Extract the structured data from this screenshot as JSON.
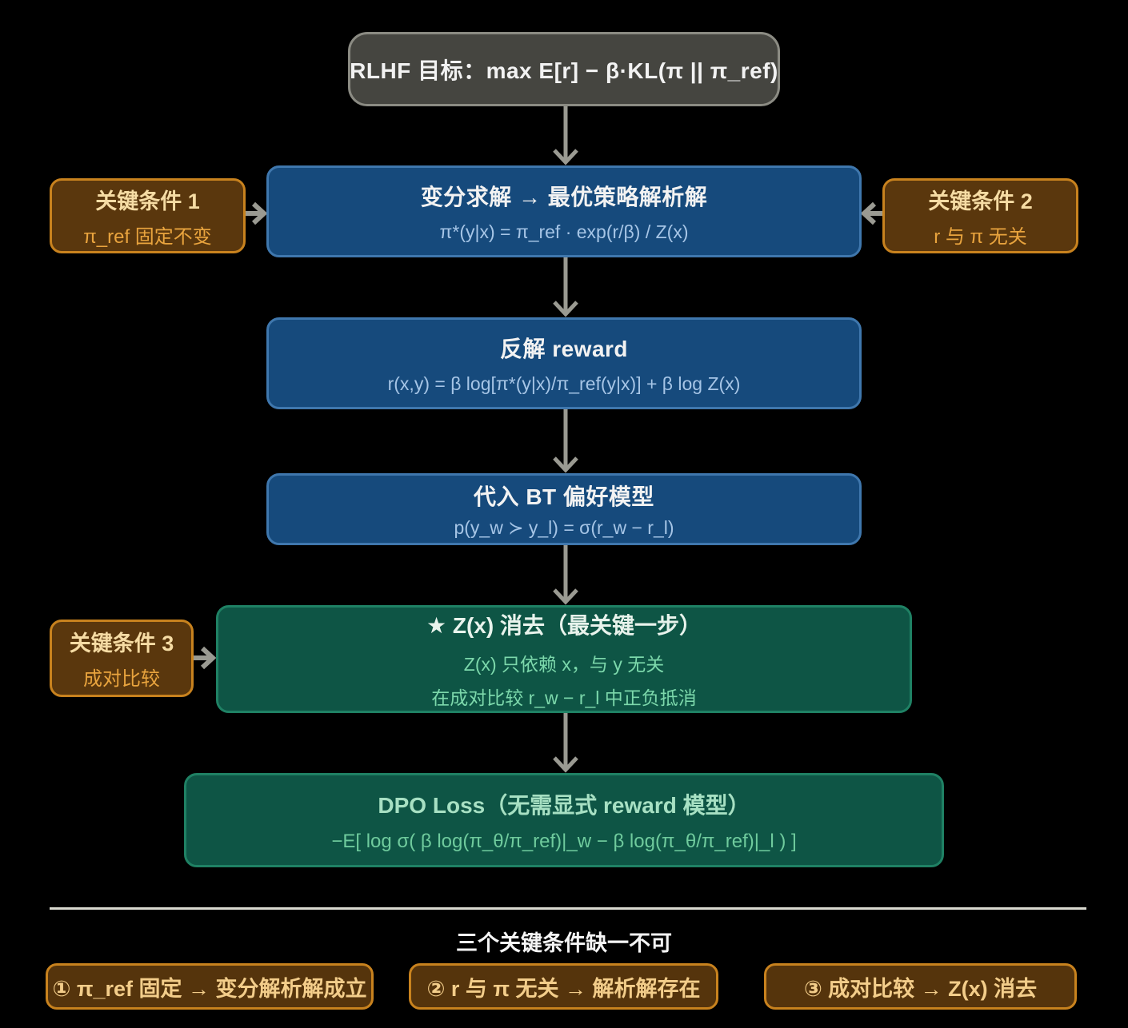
{
  "colors": {
    "background": "#000000",
    "gray_box_fill": "#454540",
    "gray_box_border": "#8b8b83",
    "blue_box_fill": "#164a7c",
    "blue_box_border": "#3f77ad",
    "blue_formula_text": "#a6c5e6",
    "green_box_fill": "#0e5545",
    "green_box_border": "#1f8164",
    "green_formula_text": "#7cd8ab",
    "dpo_title_text": "#a7e0c3",
    "brown_box_fill": "#5a370d",
    "brown_box_border": "#c8821e",
    "brown_title_text": "#f6dca4",
    "brown_subtitle_text": "#e9a43e",
    "footer_item_text": "#f3cd8a",
    "arrow": "#9a9a92",
    "divider": "#d9d9d0",
    "white_text": "#f2f2f2"
  },
  "flow": {
    "rlhf": {
      "title": "RLHF 目标：max E[r] − β·KL(π || π_ref)"
    },
    "variational": {
      "title": "变分求解 → 最优策略解析解",
      "formula": "π*(y|x) = π_ref · exp(r/β) / Z(x)"
    },
    "reward": {
      "title": "反解 reward",
      "formula": "r(x,y) = β log[π*(y|x)/π_ref(y|x)] + β log Z(x)"
    },
    "bt": {
      "title": "代入 BT 偏好模型",
      "formula": "p(y_w ≻ y_l) = σ(r_w − r_l)"
    },
    "zx": {
      "title": "★ Z(x) 消去（最关键一步）",
      "line1": "Z(x) 只依赖 x，与 y 无关",
      "line2": "在成对比较 r_w − r_l 中正负抵消"
    },
    "dpo": {
      "title": "DPO Loss（无需显式 reward 模型）",
      "formula": "−E[ log σ( β log(π_θ/π_ref)|_w − β log(π_θ/π_ref)|_l ) ]"
    }
  },
  "conditions": {
    "c1": {
      "title": "关键条件 1",
      "subtitle": "π_ref 固定不变"
    },
    "c2": {
      "title": "关键条件 2",
      "subtitle": "r 与 π 无关"
    },
    "c3": {
      "title": "关键条件 3",
      "subtitle": "成对比较"
    }
  },
  "footer": {
    "heading": "三个关键条件缺一不可",
    "items": [
      {
        "label": "① π_ref 固定 → 变分解析解成立"
      },
      {
        "label": "② r 与 π 无关 → 解析解存在"
      },
      {
        "label": "③ 成对比较 → Z(x) 消去"
      }
    ]
  }
}
